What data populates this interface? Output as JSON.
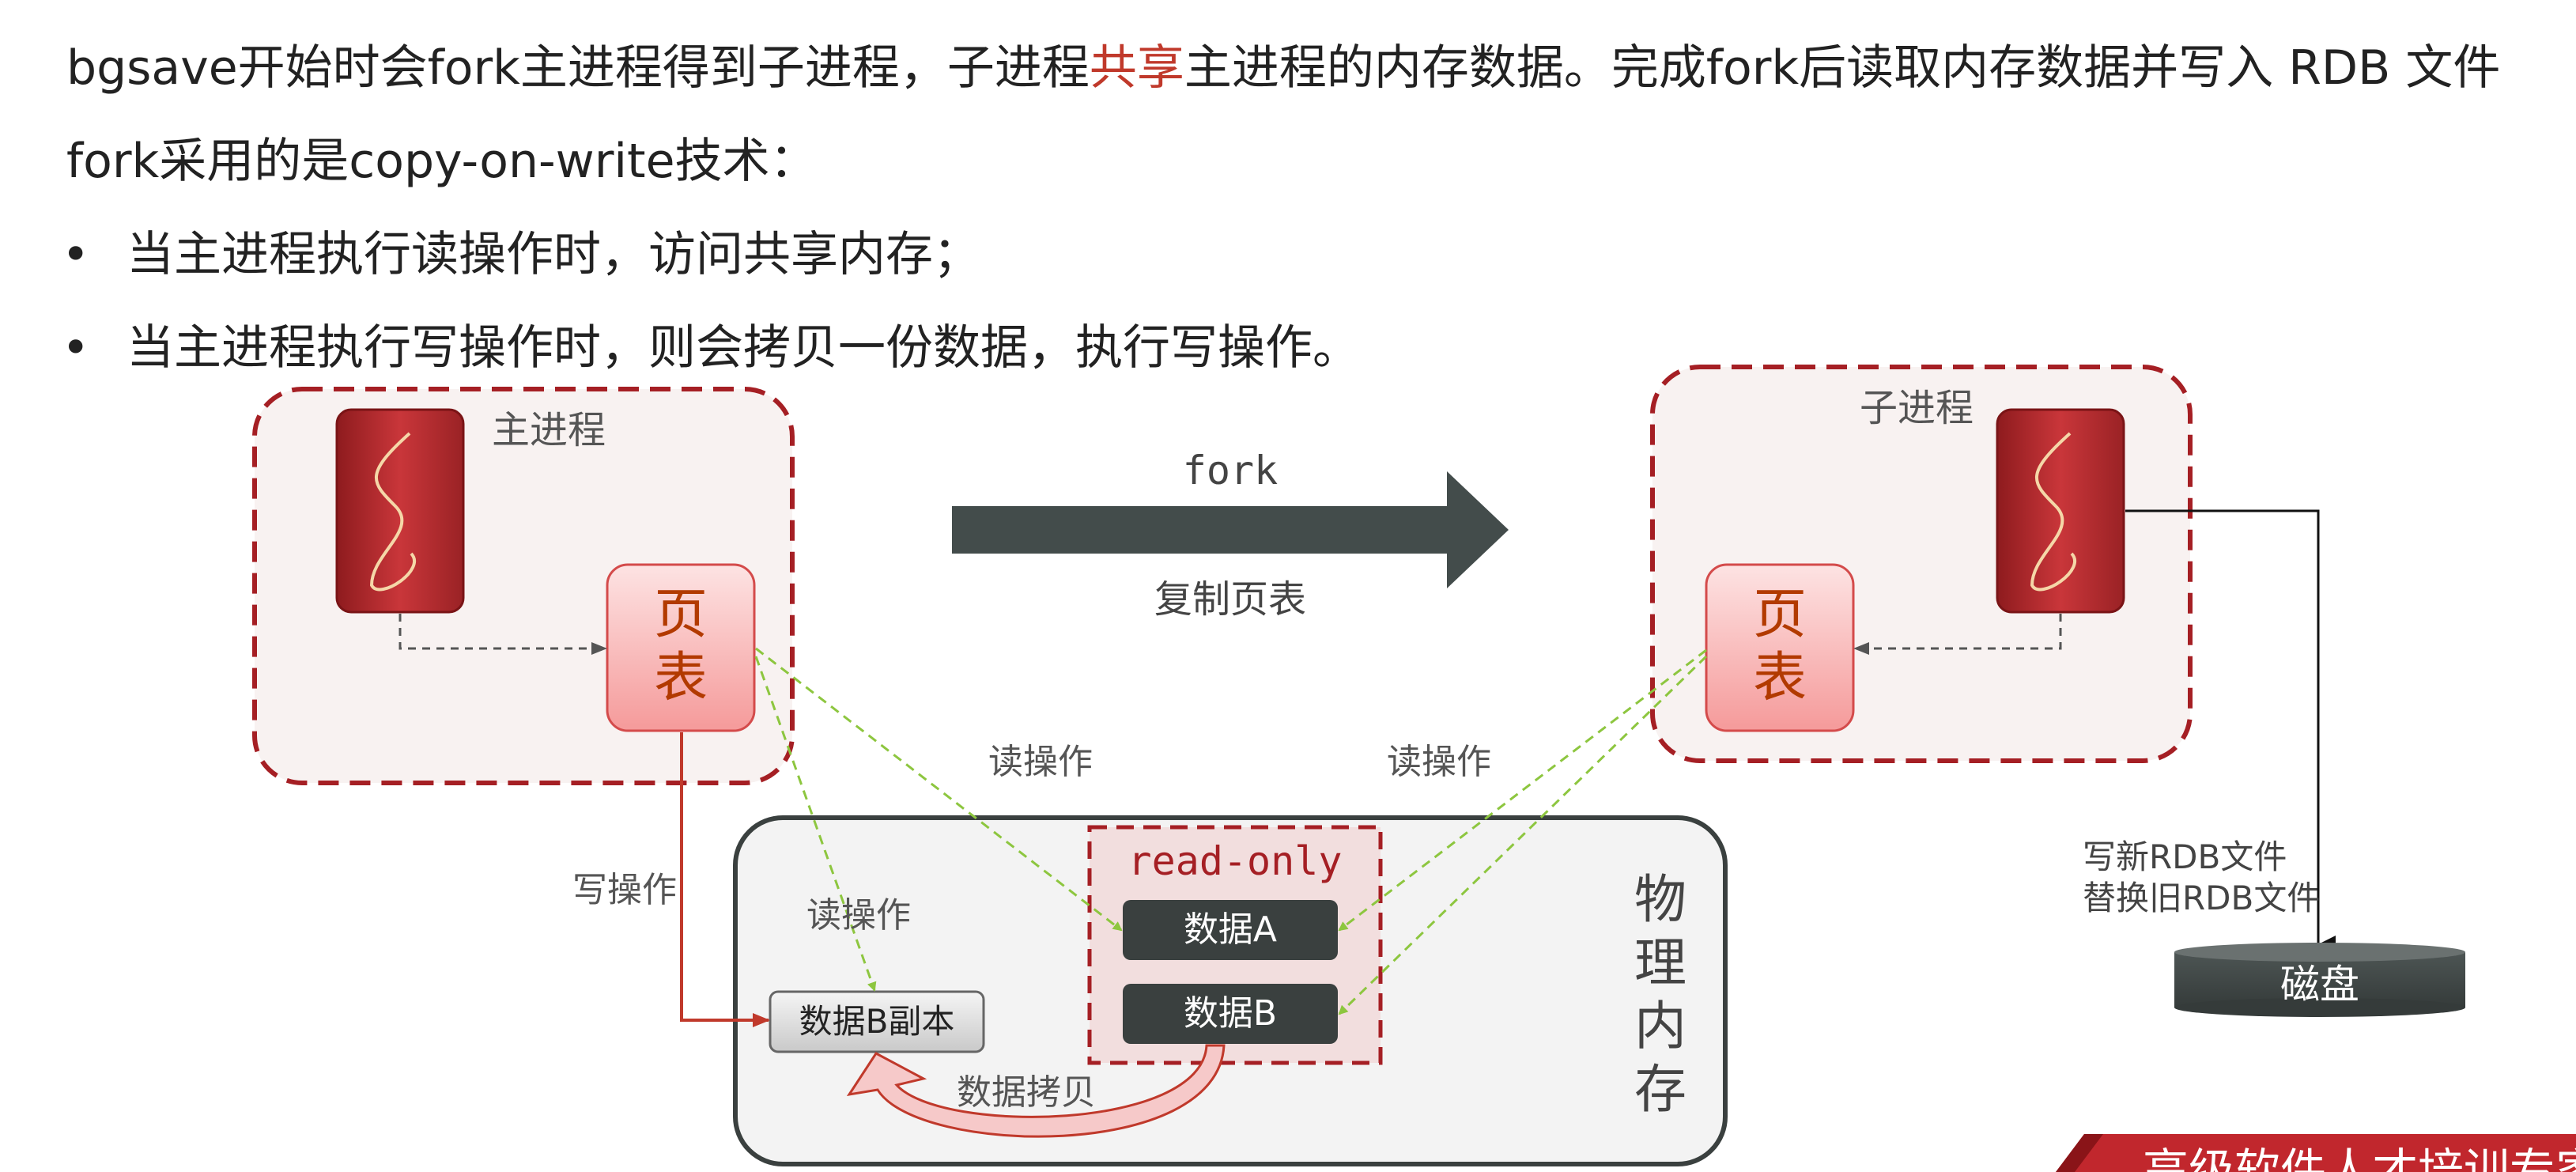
{
  "intro": {
    "line1_a": "bgsave开始时会fork主进程得到子进程，子进程",
    "line1_highlight": "共享",
    "line1_b": "主进程的内存数据。完成fork后读取内存数据并写入 RDB 文件",
    "line2": "fork采用的是copy-on-write技术：",
    "bullets": [
      "当主进程执行读操作时，访问共享内存；",
      "当主进程执行写操作时，则会拷贝一份数据，执行写操作。"
    ],
    "bullet_symbol": "•"
  },
  "diagram": {
    "main_process_label": "主进程",
    "child_process_label": "子进程",
    "page_table_main": [
      "页",
      "表"
    ],
    "page_table_child": [
      "页",
      "表"
    ],
    "fork_label": "fork",
    "copy_page_table_label": "复制页表",
    "read_op_left": "读操作",
    "read_op_right": "读操作",
    "read_op_inner": "读操作",
    "write_op": "写操作",
    "read_only_label": "read-only",
    "data_a": "数据A",
    "data_b": "数据B",
    "data_b_copy": "数据B副本",
    "data_copy_label": "数据拷贝",
    "physical_memory": [
      "物",
      "理",
      "内",
      "存"
    ],
    "write_rdb_lines": [
      "写新RDB文件",
      "替换旧RDB文件"
    ],
    "disk_label": "磁盘"
  },
  "banner": {
    "text": "高级软件人才培训专家"
  },
  "colors": {
    "accent_red": "#b0282c",
    "highlight_text": "#c0392b",
    "dashed_border": "#a51f24",
    "process_bg": "#f8f2f1",
    "page_table_text": "#b23a00",
    "dark_block": "#3a403f",
    "fork_arrow": "#434c4b",
    "green_dashed": "#8dc63f",
    "memory_bg": "#f3f3f3"
  }
}
